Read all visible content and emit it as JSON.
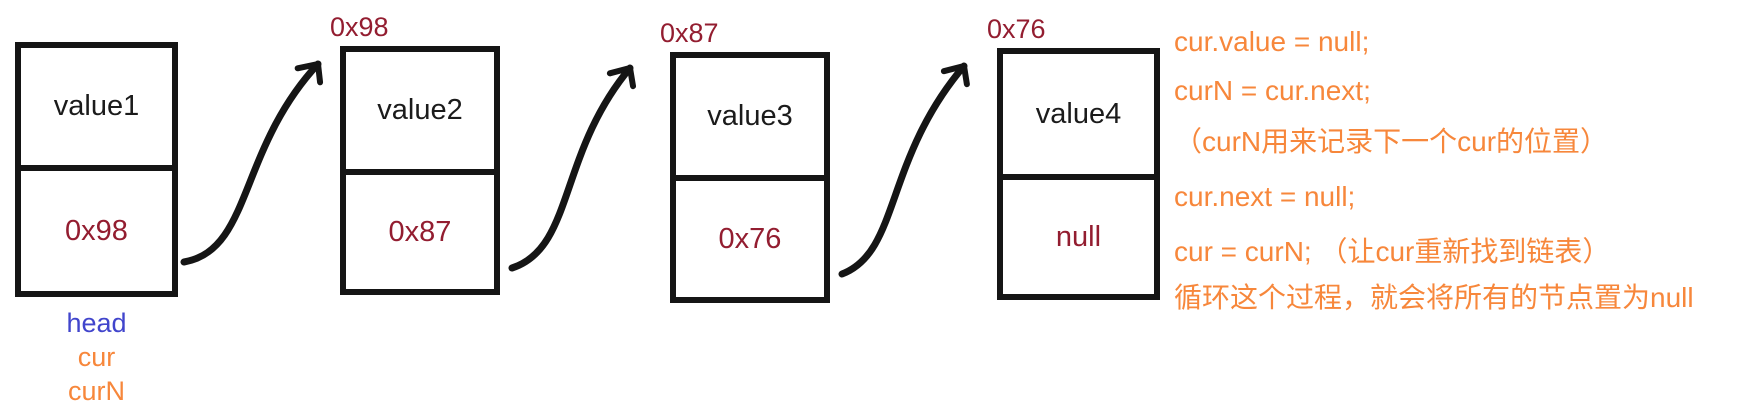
{
  "colors": {
    "ink": "#151515",
    "address_red": "#931d30",
    "code_orange": "#f7873b",
    "head_blue": "#4145cc"
  },
  "nodes": [
    {
      "address": "",
      "value": "value1",
      "next": "0x98"
    },
    {
      "address": "0x98",
      "value": "value2",
      "next": "0x87"
    },
    {
      "address": "0x87",
      "value": "value3",
      "next": "0x76"
    },
    {
      "address": "0x76",
      "value": "value4",
      "next": "null"
    }
  ],
  "pointer_labels": [
    {
      "text": "head",
      "color": "#4145cc"
    },
    {
      "text": "cur",
      "color": "#f7873b"
    },
    {
      "text": "curN",
      "color": "#f7873b"
    }
  ],
  "arrows": [
    {
      "from": "node1.next",
      "to": "node2"
    },
    {
      "from": "node2.next",
      "to": "node3"
    },
    {
      "from": "node3.next",
      "to": "node4"
    }
  ],
  "code": {
    "lines": [
      "cur.value = null;",
      "curN = cur.next;",
      "（curN用来记录下一个cur的位置）",
      "cur.next = null;",
      "cur = curN; （让cur重新找到链表）",
      "循环这个过程，就会将所有的节点置为null"
    ]
  }
}
